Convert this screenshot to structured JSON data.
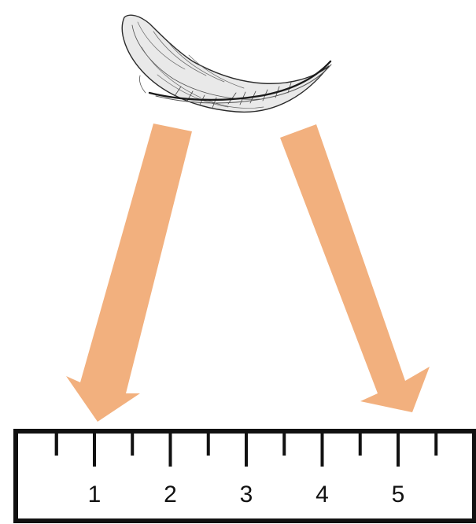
{
  "diagram": {
    "feather": {
      "icon": "feather-icon"
    },
    "arrows": [
      {
        "name": "left-arrow",
        "icon": "arrow-down-left-icon",
        "color": "#F2B07E"
      },
      {
        "name": "right-arrow",
        "icon": "arrow-down-right-icon",
        "color": "#F2B07E"
      }
    ],
    "ruler": {
      "labels": [
        "1",
        "2",
        "3",
        "4",
        "5"
      ],
      "border_color": "#111111",
      "fill_color": "#FFFFFF"
    }
  }
}
